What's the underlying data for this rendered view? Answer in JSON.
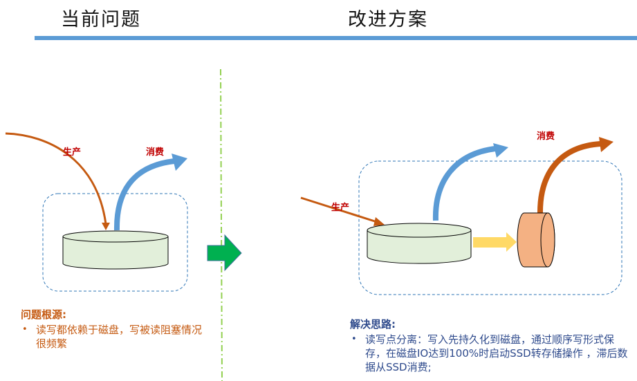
{
  "titles": {
    "left": "当前问题",
    "right": "改进方案"
  },
  "colors": {
    "header_rule": "#5b9bd5",
    "produce_arrow": "#c55a11",
    "consume_arrow_disk": "#5b9bd5",
    "consume_arrow_ssd": "#c55a11",
    "transfer_arrow": "#ffd966",
    "disk_fill": "#e2efda",
    "ssd_fill": "#f4b183",
    "transition_arrow": "#00b050",
    "divider": "#92d050",
    "dashed_box": "#2e75b6",
    "label_red": "#c00000"
  },
  "left_diagram": {
    "produce_label": "生产",
    "consume_label": "消费",
    "icons": [
      "disk-cylinder-icon",
      "produce-arrow-icon",
      "consume-arrow-icon"
    ]
  },
  "right_diagram": {
    "produce_label": "生产",
    "consume_label": "消费",
    "icons": [
      "disk-cylinder-icon",
      "ssd-cylinder-icon",
      "transfer-arrow-icon",
      "produce-arrow-icon",
      "consume-arrow-icon"
    ]
  },
  "transition": {
    "icon": "right-arrow-icon"
  },
  "left_note": {
    "heading": "问题根源:",
    "bullets": [
      "读写都依赖于磁盘，写被读阻塞情况很频繁"
    ]
  },
  "right_note": {
    "heading": "解决思路:",
    "bullets": [
      "读写点分离：写入先持久化到磁盘，通过顺序写形式保存，在磁盘IO达到100%时启动SSD转存储操作 ，滞后数据从SSD消费;"
    ]
  }
}
